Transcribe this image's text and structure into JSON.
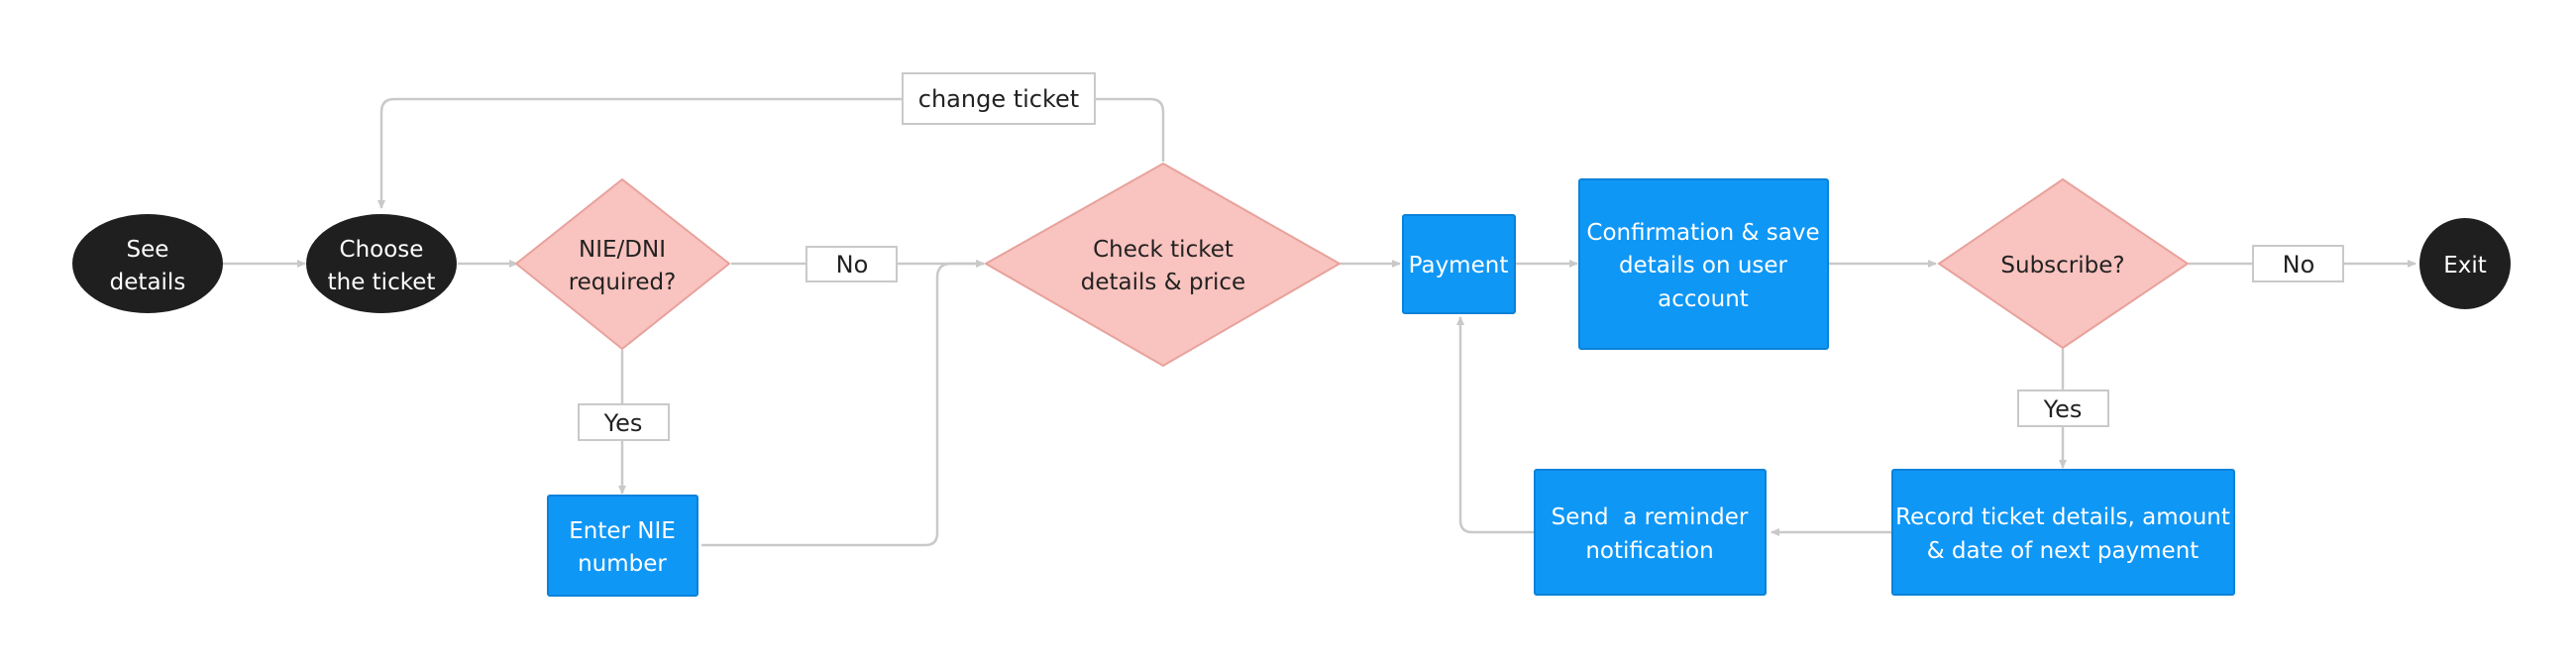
{
  "colors": {
    "terminal": "#1f1f1f",
    "decision_fill": "#f9c3bf",
    "decision_stroke": "#e8a29c",
    "process_fill": "#0f97f6",
    "process_stroke": "#0b82d9",
    "connector": "#c9c9c9",
    "label_border": "#c9c9c9"
  },
  "nodes": {
    "see_details": {
      "lines": [
        "See",
        "details"
      ]
    },
    "choose_ticket": {
      "lines": [
        "Choose",
        "the ticket"
      ]
    },
    "nie_required": {
      "lines": [
        "NIE/DNI",
        "required?"
      ]
    },
    "enter_nie": {
      "lines": [
        "Enter NIE",
        "number"
      ]
    },
    "check_ticket": {
      "lines": [
        "Check ticket",
        "details & price"
      ]
    },
    "payment": {
      "lines": [
        "Payment"
      ]
    },
    "confirmation": {
      "lines": [
        "Confirmation & save",
        "details on user",
        "account"
      ]
    },
    "subscribe": {
      "lines": [
        "Subscribe?"
      ]
    },
    "exit": {
      "lines": [
        "Exit"
      ]
    },
    "record_ticket": {
      "lines": [
        "Record ticket details, amount",
        "& date of next payment"
      ]
    },
    "send_reminder": {
      "lines": [
        "Send  a reminder",
        "notification"
      ]
    }
  },
  "edge_labels": {
    "change_ticket": "change ticket",
    "nie_no": "No",
    "nie_yes": "Yes",
    "subscribe_no": "No",
    "subscribe_yes": "Yes"
  }
}
